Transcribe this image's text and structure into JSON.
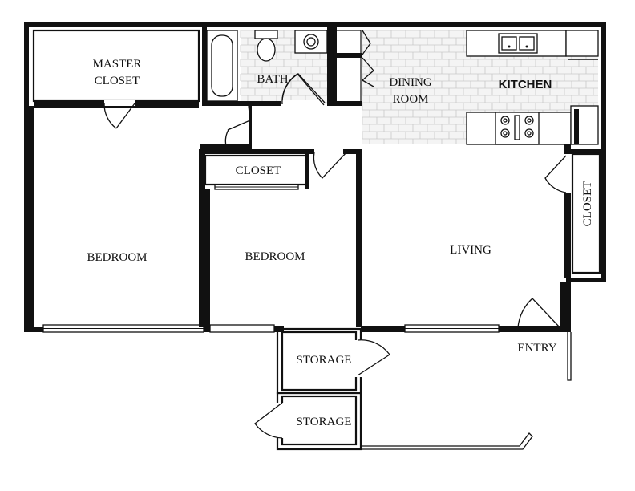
{
  "plan": {
    "rooms": {
      "master_closet_line1": "MASTER",
      "master_closet_line2": "CLOSET",
      "bath": "BATH",
      "dining_line1": "DINING",
      "dining_line2": "ROOM",
      "kitchen": "KITCHEN",
      "closet_middle": "CLOSET",
      "closet_right": "CLOSET",
      "bedroom_left": "BEDROOM",
      "bedroom_middle": "BEDROOM",
      "living": "LIVING",
      "entry": "ENTRY",
      "storage_upper": "STORAGE",
      "storage_lower": "STORAGE"
    }
  }
}
